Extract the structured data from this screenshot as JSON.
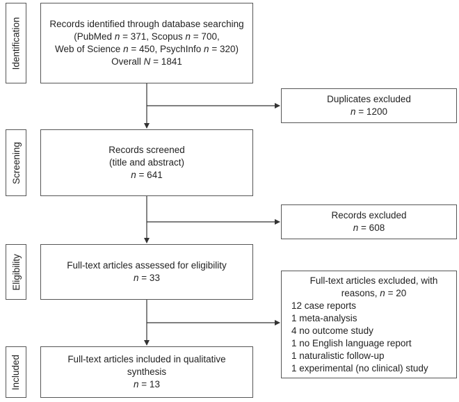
{
  "stages": {
    "identification": "Identification",
    "screening": "Screening",
    "eligibility": "Eligibility",
    "included": "Included"
  },
  "boxes": {
    "identified": {
      "line1": "Records identified through database searching",
      "line2": "(PubMed n = 371, Scopus n = 700,",
      "line3": "Web of Science n = 450, PsychInfo n = 320)",
      "line4": "Overall N = 1841"
    },
    "duplicates": {
      "line1": "Duplicates excluded",
      "line2": "n = 1200"
    },
    "screened": {
      "line1": "Records screened",
      "line2": "(title and abstract)",
      "line3": "n = 641"
    },
    "records_excluded": {
      "line1": "Records excluded",
      "line2": "n = 608"
    },
    "fulltext_assessed": {
      "line1": "Full-text articles assessed for eligibility",
      "line2": "n = 33"
    },
    "fulltext_excluded": {
      "line1": "Full-text articles excluded, with",
      "line2": "reasons, n = 20",
      "reasons": [
        "12 case reports",
        "1 meta-analysis",
        "4 no outcome study",
        "1 no English language report",
        "1 naturalistic follow-up",
        "1 experimental (no clinical) study"
      ]
    },
    "included": {
      "line1": "Full-text articles included in qualitative",
      "line2": "synthesis",
      "line3": "n = 13"
    }
  }
}
